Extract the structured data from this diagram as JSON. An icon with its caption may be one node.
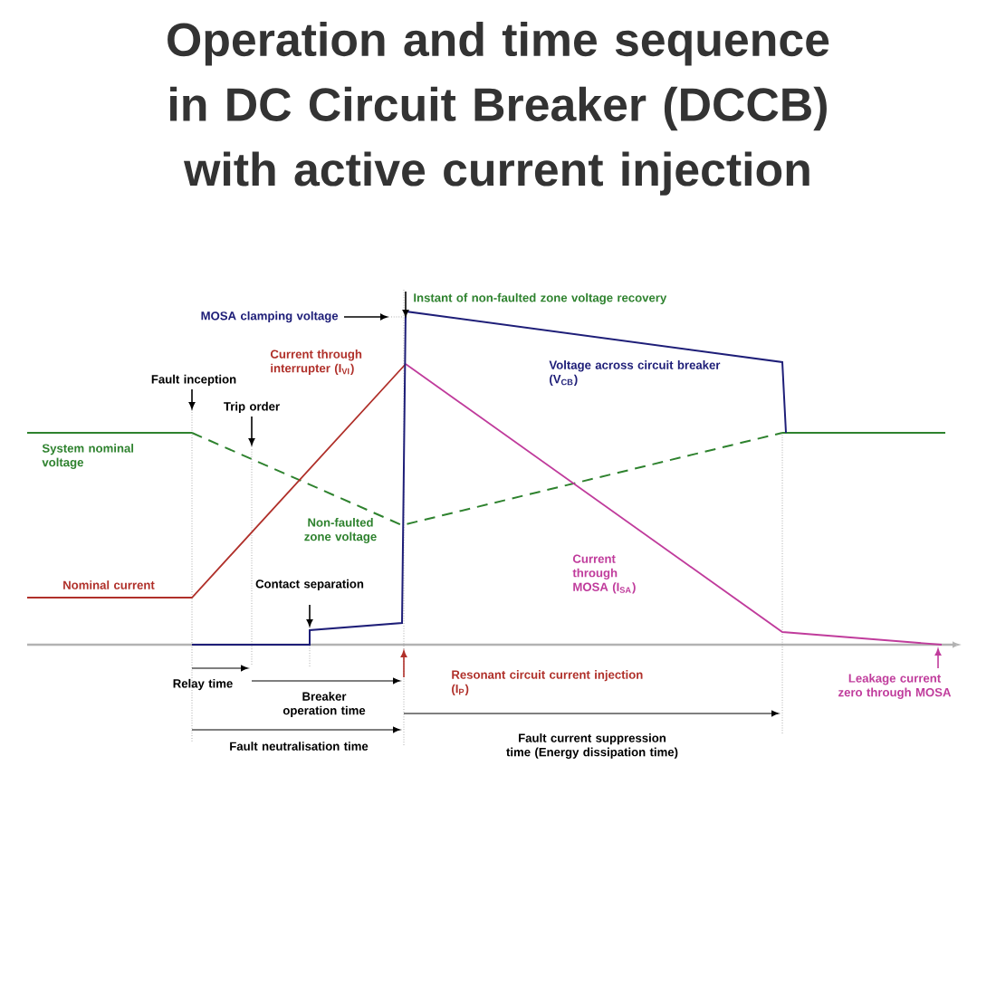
{
  "diagram": {
    "title": "Operation and time sequence in DC Circuit Breaker (DCCB) with active current injection",
    "labels": [
      "MOSA clamping voltage",
      "Instant of non-faulted zone voltage recovery",
      "Current through interrupter (I$_{VI}$)",
      "Voltage across circuit breaker (V$_{CB}$)",
      "Fault inception",
      "Trip order",
      "System nominal voltage",
      "Non-faulted zone voltage",
      "Contact separation",
      "Nominal current",
      "Current through MOSA (I$_{SA}$)",
      "Resonant circuit current injection (I$_{P}$)",
      "Leakage current zero through MOSA",
      "Relay time",
      "Breaker operation time",
      "Fault neutralisation time",
      "Fault current suppression time (Energy dissipation time)"
    ]
  }
}
